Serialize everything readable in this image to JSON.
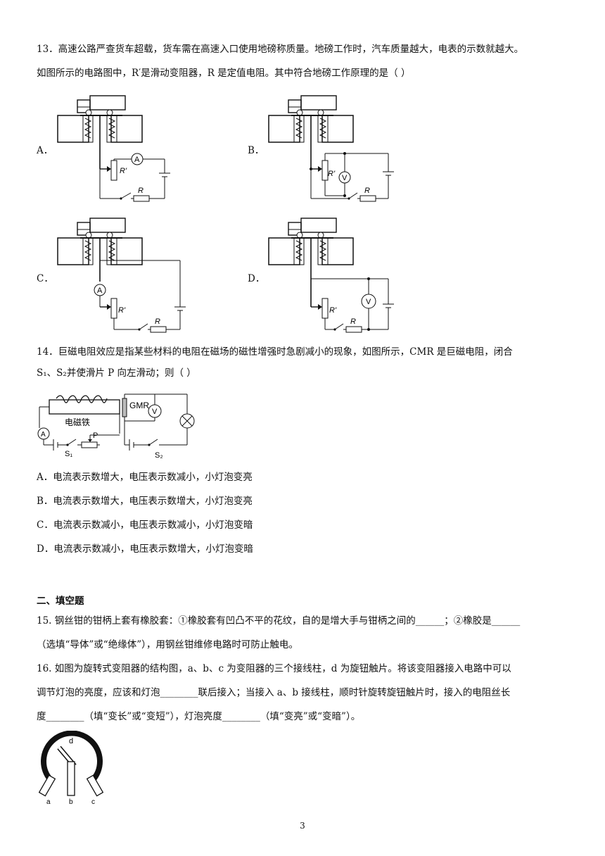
{
  "q13": {
    "line1": "13．高速公路严查货车超载，货车需在高速入口使用地磅称质量。地磅工作时，汽车质量越大，电表的示数就越大。",
    "line2": "如图所示的电路图中，R′是滑动变阻器，R 是定值电阻。其中符合地磅工作原理的是（        ）",
    "options": [
      "A．",
      "B．",
      "C．",
      "D．"
    ],
    "labels": {
      "rp": "R'",
      "r": "R",
      "ammeter": "A",
      "voltmeter": "V"
    }
  },
  "q14": {
    "line1": "14．巨磁电阻效应是指某些材料的电阻在磁场的磁性增强时急剧减小的现象，如图所示，CMR 是巨磁电阻，闭合",
    "line2": "S₁、S₂并使滑片 P 向左滑动；则（        ）",
    "fig": {
      "gmr": "GMR",
      "magnet": "电磁铁",
      "s1": "S₁",
      "s2": "S₂",
      "p": "P",
      "v": "V",
      "a": "A"
    },
    "options": [
      "A．电流表示数增大，电压表示数减小，小灯泡变亮",
      "B．电流表示数增大，电压表示数增大，小灯泡变亮",
      "C．电流表示数减小，电压表示数减小，小灯泡变暗",
      "D．电流表示数减小，电压表示数增大，小灯泡变暗"
    ]
  },
  "section2": "二、填空题",
  "q15": {
    "line1": "15. 钢丝钳的钳柄上套有橡胶套：①橡胶套有凹凸不平的花纹，自的是增大手与钳柄之间的______；②橡胶是______",
    "line2": "（选填“导体”或“绝缘体”），用钢丝钳维修电路时可防止触电。"
  },
  "q16": {
    "line1": "16. 如图为旋转式变阻器的结构图，a、b、c 为变阻器的三个接线柱，d 为旋钮触片。将该变阻器接入电路中可以",
    "line2": "调节灯泡的亮度，应该和灯泡________联后接入；当接入 a、b 接线柱，顺时针旋转旋钮触片时，接入的电阻丝长",
    "line3": "度________（填“变长”或“变短”），灯泡亮度________（填“变亮”或“变暗”）。",
    "fig": {
      "d": "d",
      "a": "a",
      "b": "b",
      "c": "c"
    }
  },
  "page_number": "3"
}
